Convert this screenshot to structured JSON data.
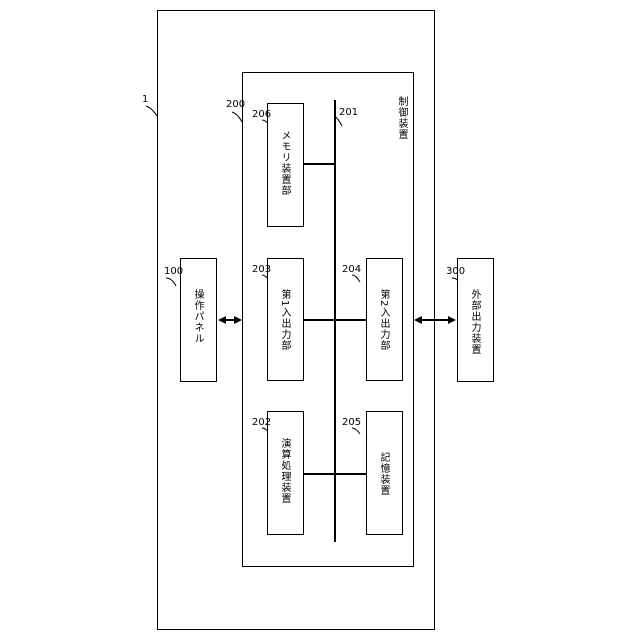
{
  "refs": {
    "device": "1",
    "control_device": "200",
    "bus": "201",
    "arithmetic": "202",
    "io1": "203",
    "io2": "204",
    "storage": "205",
    "memory": "206",
    "operation_panel": "100",
    "external_output": "300"
  },
  "labels": {
    "control_device": "制御装置",
    "memory": "メモリ装置部",
    "io1": "第1入出力部",
    "io2": "第2入出力部",
    "arithmetic": "演算処理装置",
    "storage": "記憶装置",
    "operation_panel": "操作パネル",
    "external_output": "外部出力装置"
  }
}
